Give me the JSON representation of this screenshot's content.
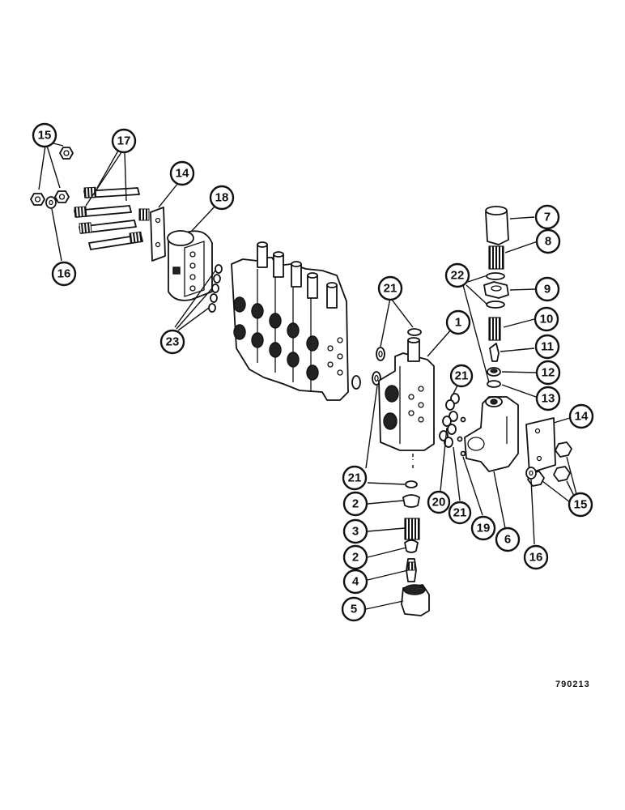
{
  "drawing_number": "790213",
  "callouts": [
    {
      "label": "15"
    },
    {
      "label": "17"
    },
    {
      "label": "14"
    },
    {
      "label": "18"
    },
    {
      "label": "16"
    },
    {
      "label": "23"
    },
    {
      "label": "21"
    },
    {
      "label": "1"
    },
    {
      "label": "22"
    },
    {
      "label": "7"
    },
    {
      "label": "8"
    },
    {
      "label": "9"
    },
    {
      "label": "10"
    },
    {
      "label": "11"
    },
    {
      "label": "12"
    },
    {
      "label": "13"
    },
    {
      "label": "21"
    },
    {
      "label": "14"
    },
    {
      "label": "21"
    },
    {
      "label": "20"
    },
    {
      "label": "21"
    },
    {
      "label": "19"
    },
    {
      "label": "6"
    },
    {
      "label": "15"
    },
    {
      "label": "16"
    },
    {
      "label": "2"
    },
    {
      "label": "3"
    },
    {
      "label": "2"
    },
    {
      "label": "4"
    },
    {
      "label": "5"
    }
  ]
}
